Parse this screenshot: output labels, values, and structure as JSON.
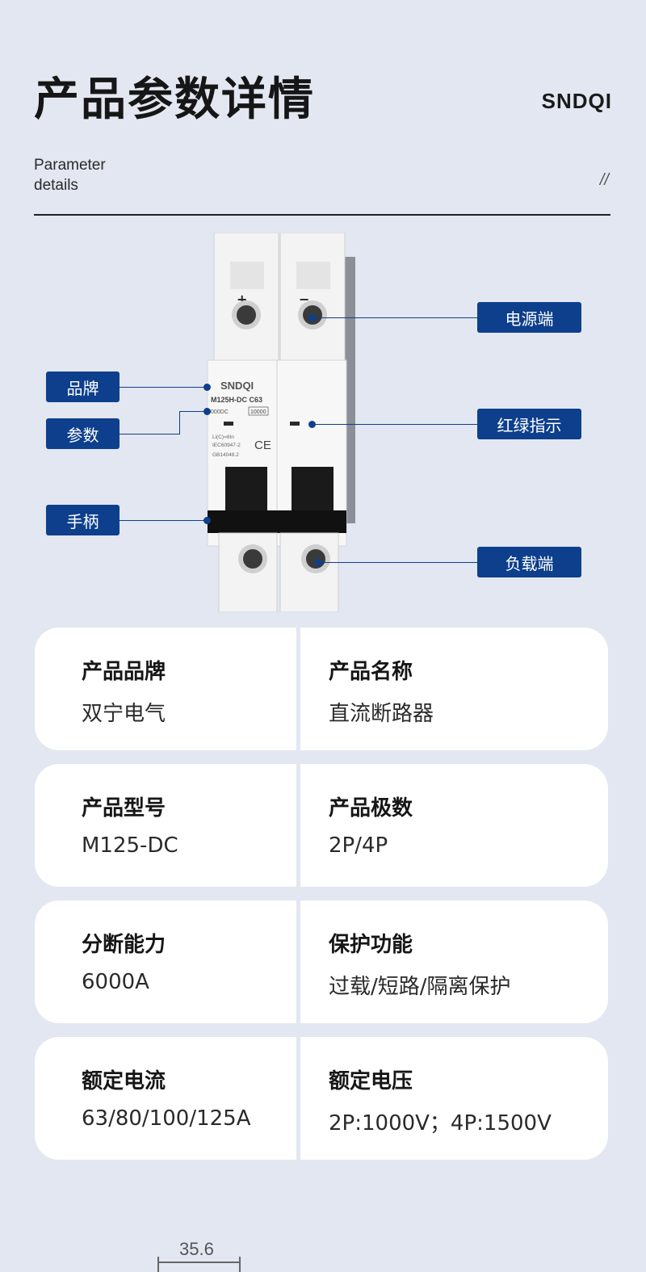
{
  "header": {
    "title": "产品参数详情",
    "logo": "SNDQI",
    "subtitle_line1": "Parameter",
    "subtitle_line2": "details",
    "slashes": "//"
  },
  "product_labels": {
    "brand_mark": "SNDQI",
    "model_text": "M125H-DC C63",
    "rating_text": "000DC",
    "capacity_text": "10000",
    "spec_1": "Li(C)=8In",
    "spec_2": "IEC60947-2",
    "spec_3": "GB14048.2",
    "ce_mark": "CE",
    "plus": "+",
    "minus": "−"
  },
  "callouts": {
    "brand": "品牌",
    "params": "参数",
    "handle": "手柄",
    "power_end": "电源端",
    "indicator": "红绿指示",
    "load_end": "负载端"
  },
  "specs": [
    {
      "left_label": "产品品牌",
      "left_value": "双宁电气",
      "right_label": "产品名称",
      "right_value": "直流断路器"
    },
    {
      "left_label": "产品型号",
      "left_value": "M125-DC",
      "right_label": "产品极数",
      "right_value": "2P/4P"
    },
    {
      "left_label": "分断能力",
      "left_value": "6000A",
      "right_label": "保护功能",
      "right_value": "过载/短路/隔离保护"
    },
    {
      "left_label": "额定电流",
      "left_value": "63/80/100/125A",
      "right_label": "额定电压",
      "right_value": "2P:1000V；4P:1500V"
    }
  ],
  "dimension": {
    "width_mm": "35.6"
  },
  "colors": {
    "accent": "#0d3f8c",
    "background": "#e3e7f1",
    "card": "#ffffff"
  }
}
